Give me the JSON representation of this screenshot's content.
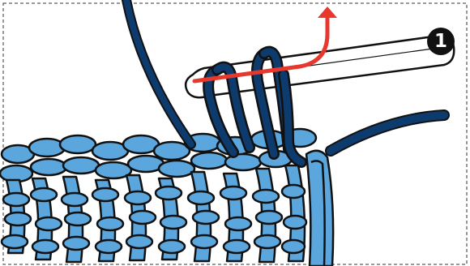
{
  "step_number": "1",
  "colors": {
    "fabric": "#5aa6dd",
    "yarn": "#0d3b6e",
    "outline": "#111111",
    "arrow": "#e8372d",
    "hook": "#ffffff",
    "border_dashes": "#333333"
  },
  "icons": {
    "hook": "crochet-hook",
    "arrow": "yarn-over-arrow"
  }
}
